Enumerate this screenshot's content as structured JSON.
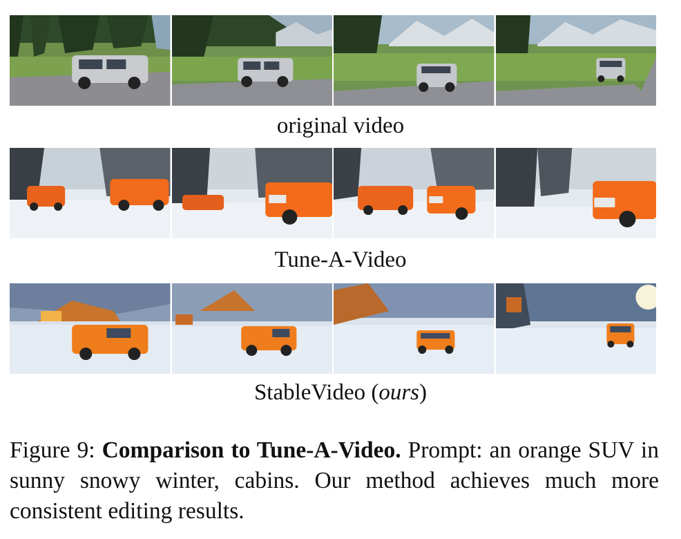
{
  "rows": [
    {
      "label": "original video",
      "scene": "summer",
      "frames": 4
    },
    {
      "label": "Tune-A-Video",
      "scene": "snow-suv",
      "frames": 4
    },
    {
      "label_main": "StableVideo (",
      "label_em": "ours",
      "label_end": ")",
      "scene": "snow-cabin",
      "frames": 4
    }
  ],
  "caption": {
    "prefix": "Figure 9: ",
    "bold": "Comparison to Tune-A-Video.",
    "rest": " Prompt: an orange SUV in sunny snowy winter, cabins. Our method achieves much more consistent editing results."
  }
}
